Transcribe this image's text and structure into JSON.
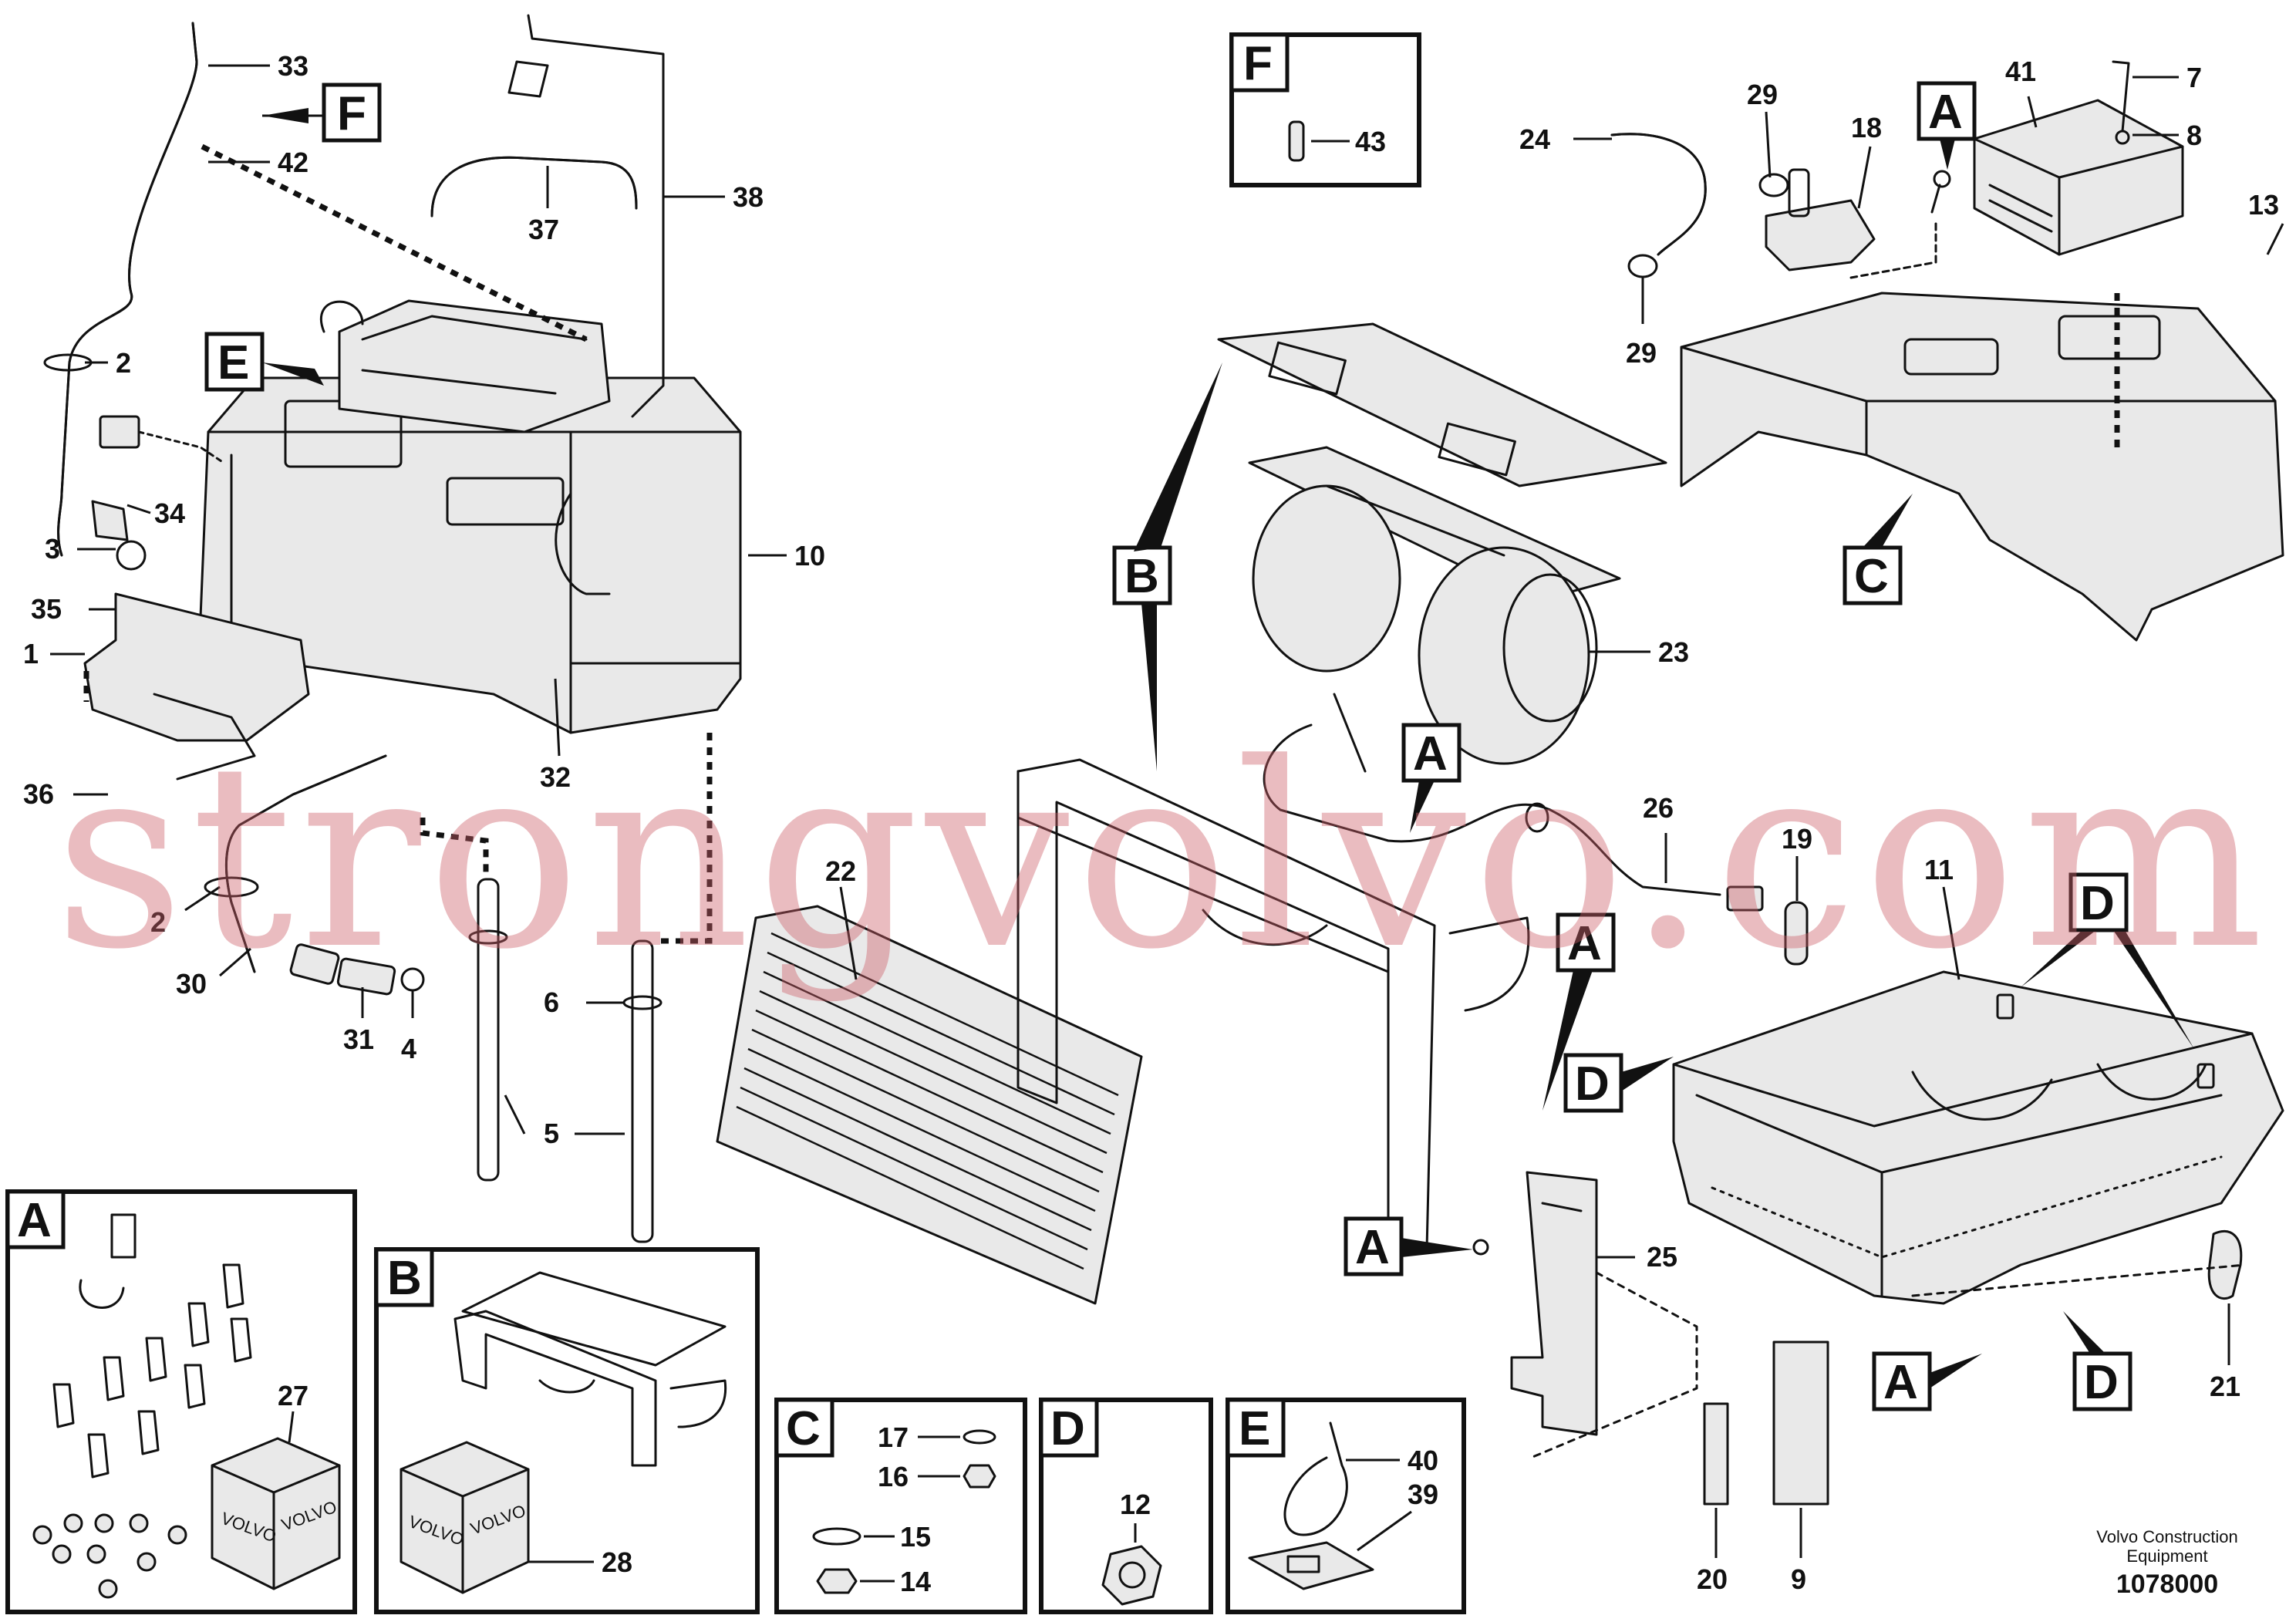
{
  "diagram": {
    "part_numbers": {
      "p1": "1",
      "p2a": "2",
      "p2b": "2",
      "p3": "3",
      "p4": "4",
      "p5": "5",
      "p6": "6",
      "p7": "7",
      "p8": "8",
      "p9": "9",
      "p10": "10",
      "p11": "11",
      "p12": "12",
      "p13": "13",
      "p14": "14",
      "p15": "15",
      "p16": "16",
      "p17": "17",
      "p18": "18",
      "p19": "19",
      "p20": "20",
      "p21": "21",
      "p22": "22",
      "p23": "23",
      "p24": "24",
      "p25": "25",
      "p26": "26",
      "p27": "27",
      "p28": "28",
      "p29a": "29",
      "p29b": "29",
      "p30": "30",
      "p31": "31",
      "p32": "32",
      "p33": "33",
      "p34": "34",
      "p35": "35",
      "p36": "36",
      "p37": "37",
      "p38": "38",
      "p39": "39",
      "p40": "40",
      "p41": "41",
      "p42": "42",
      "p43": "43"
    },
    "callouts": {
      "E_main": "E",
      "F_main": "F",
      "B_main": "B",
      "C_main": "C",
      "A_top": "A",
      "A_mid": "A",
      "A_right": "A",
      "A_left": "A",
      "A_bottom": "A",
      "D_top": "D",
      "D_mid": "D",
      "D_bottom": "D"
    },
    "insets": {
      "A": "A",
      "B": "B",
      "C": "C",
      "D": "D",
      "E": "E",
      "F": "F"
    },
    "box_brand": "VOLVO",
    "watermark": "strongvolvo.com",
    "footer": {
      "line1": "Volvo Construction",
      "line2": "Equipment",
      "ref": "1078000"
    }
  }
}
